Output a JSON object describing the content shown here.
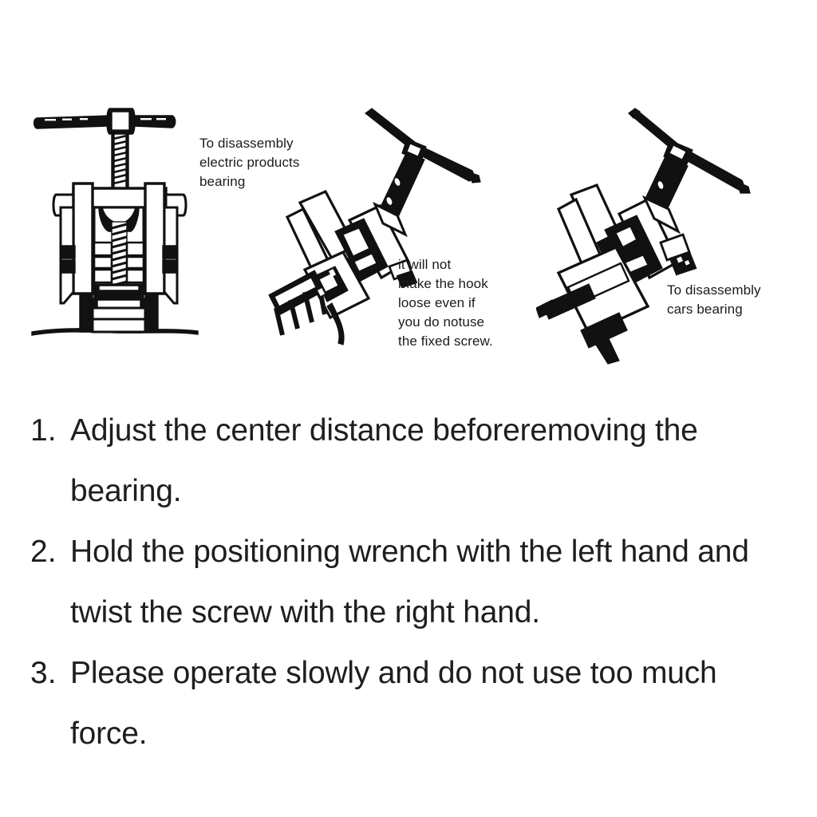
{
  "page": {
    "background_color": "#ffffff",
    "text_color": "#1e1e1e"
  },
  "illustrations": [
    {
      "id": "figure-1",
      "name": "bearing-puller-vertical-front-view",
      "description": "Two-jaw bearing puller shown upright with T-handle bar on top, threaded screw, side jaws and bearing on a shaft"
    },
    {
      "id": "figure-2",
      "name": "bearing-puller-angled-with-claw-hooks",
      "description": "Bearing puller tilted diagonally showing hooked claw arms gripping a ribbed bearing"
    },
    {
      "id": "figure-3",
      "name": "bearing-puller-angled-on-car-bearing",
      "description": "Bearing puller tilted diagonally mounted on a large cylindrical car bearing"
    }
  ],
  "captions": [
    {
      "id": "caption-1",
      "text": "To disassembly\nelectric products\nbearing"
    },
    {
      "id": "caption-2",
      "text": "it will not\nmake the hook\nloose even if\nyou do notuse\nthe fixed screw."
    },
    {
      "id": "caption-3",
      "text": "To disassembly\ncars bearing"
    }
  ],
  "instructions": [
    {
      "number": "1.",
      "text": "Adjust the center distance beforeremoving the bearing."
    },
    {
      "number": "2.",
      "text": "Hold the positioning wrench with the left hand and twist the screw with the right hand."
    },
    {
      "number": "3.",
      "text": "Please operate slowly and do not use too much force."
    }
  ]
}
